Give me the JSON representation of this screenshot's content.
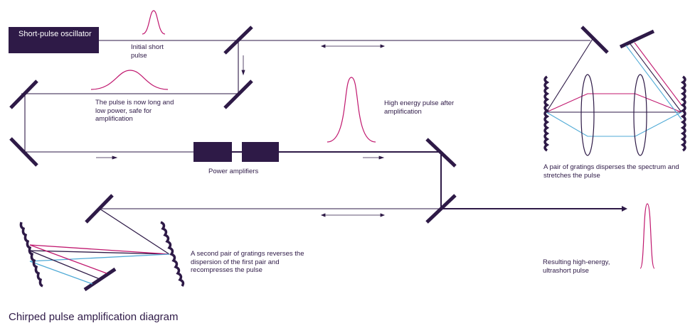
{
  "oscillator": {
    "label": "Short-pulse oscillator"
  },
  "labels": {
    "initial_pulse": "Initial short pulse",
    "long_low_power": "The pulse is now long and low power, safe for amplification",
    "high_energy": "High energy pulse after amplification",
    "power_amplifiers": "Power amplifiers",
    "first_gratings": "A pair of gratings disperses the spectrum and stretches the pulse",
    "second_gratings": "A second pair of gratings reverses the dispersion of the first pair and recompresses the pulse",
    "resulting_pulse": "Resulting high-energy, ultrashort pulse"
  },
  "caption": "Chirped pulse amplification diagram",
  "colors": {
    "beam": "#2e1a47",
    "red_ray": "#c0176e",
    "blue_ray": "#4faad6",
    "pulse": "#c0176e",
    "text": "#2e1a47"
  }
}
